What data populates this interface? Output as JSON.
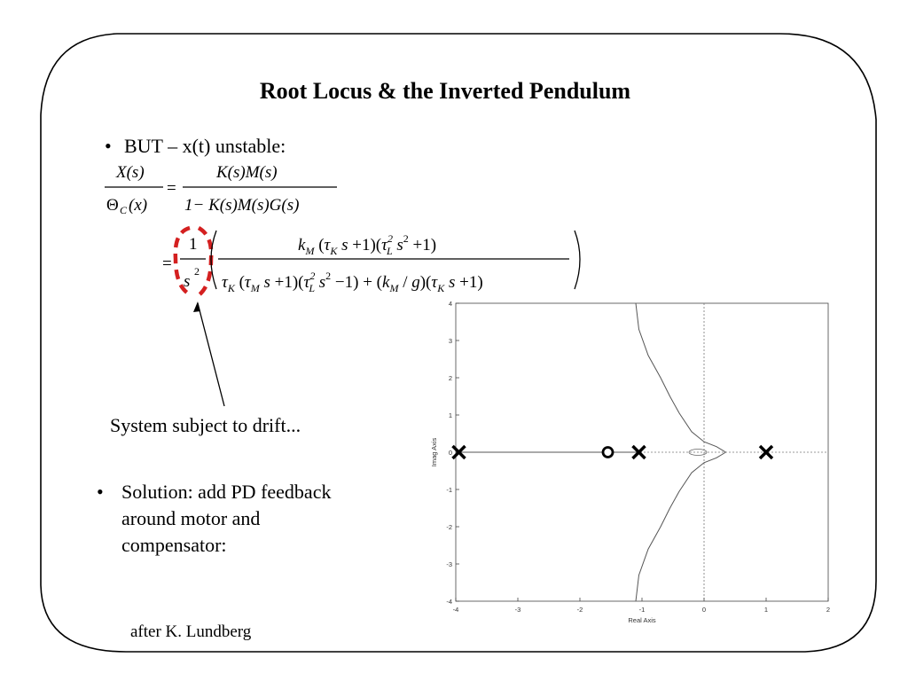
{
  "slide": {
    "title": "Root Locus & the Inverted Pendulum",
    "bullet1": "BUT – x(t) unstable:",
    "bullet2_lines": [
      "Solution: add PD feedback",
      "around motor and",
      "compensator:"
    ],
    "annotation": "System subject to drift...",
    "footer": "after K. Lundberg",
    "bullet_glyph": "•"
  },
  "equation1": {
    "lhs_num": "X(s)",
    "lhs_den_main": "Θ",
    "lhs_den_sub": "C",
    "lhs_den_rest": "(x)",
    "equals": "=",
    "rhs_num": "K(s)M(s)",
    "rhs_den": "1− K(s)M(s)G(s)"
  },
  "equation2": {
    "equals": "=",
    "frac_num": "1",
    "frac_den_base": "s",
    "frac_den_exp": "2",
    "highlight_color": "#d42020"
  },
  "chart_data": {
    "type": "scatter",
    "title": "",
    "xlabel": "Real Axis",
    "ylabel": "Imag Axis",
    "xlim": [
      -4,
      2
    ],
    "ylim": [
      -4,
      4
    ],
    "x_ticks": [
      "-4",
      "-3",
      "-2",
      "-1",
      "0",
      "1",
      "2"
    ],
    "y_ticks": [
      "4",
      "3",
      "2",
      "1",
      "0",
      "-1",
      "-2",
      "-3",
      "-4"
    ],
    "poles": [
      [
        -3.95,
        0
      ],
      [
        -1.05,
        0
      ],
      [
        1.0,
        0
      ]
    ],
    "zeros": [
      [
        -1.55,
        0
      ]
    ],
    "branch_upper": [
      [
        -1.1,
        4.0
      ],
      [
        -1.05,
        3.3
      ],
      [
        -0.9,
        2.6
      ],
      [
        -0.7,
        2.0
      ],
      [
        -0.55,
        1.5
      ],
      [
        -0.4,
        1.05
      ],
      [
        -0.2,
        0.55
      ],
      [
        0.0,
        0.28
      ],
      [
        0.2,
        0.15
      ],
      [
        0.35,
        0.0
      ]
    ],
    "branch_lower": [
      [
        -1.1,
        -4.0
      ],
      [
        -1.05,
        -3.3
      ],
      [
        -0.9,
        -2.6
      ],
      [
        -0.7,
        -2.0
      ],
      [
        -0.55,
        -1.5
      ],
      [
        -0.4,
        -1.05
      ],
      [
        -0.2,
        -0.55
      ],
      [
        0.0,
        -0.28
      ],
      [
        0.2,
        -0.15
      ],
      [
        0.35,
        0.0
      ]
    ],
    "grid": false,
    "crosshair_at": [
      0,
      0
    ]
  }
}
